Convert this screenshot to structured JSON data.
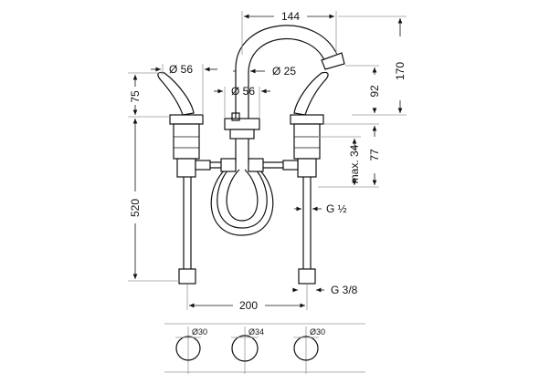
{
  "dimensions": {
    "spout_reach": "144",
    "total_height": "170",
    "handle_diameter": "Ø 56",
    "spout_diameter": "Ø 25",
    "body_diameter": "Ø 56",
    "handle_height": "75",
    "spout_height": "92",
    "mount_depth": "max. 34",
    "mount_height": "77",
    "hose_length": "520",
    "hose_thread": "G ½",
    "supply_thread": "G 3/8",
    "spacing": "200"
  },
  "bottom_view": {
    "hole_left": "Ø30",
    "hole_center": "Ø34",
    "hole_right": "Ø30"
  }
}
